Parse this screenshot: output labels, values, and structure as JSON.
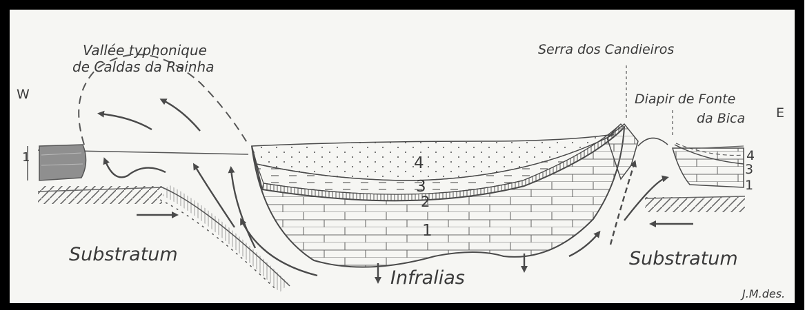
{
  "labels": {
    "vallee_line1": "Vallée typhonique",
    "vallee_line2": "de Caldas da Rainha",
    "serra": "Serra dos Candieiros",
    "diapir_line1": "Diapir de Fonte",
    "diapir_line2": "da Bica",
    "west": "W",
    "east": "E",
    "substratum_left": "Substratum",
    "substratum_right": "Substratum",
    "infralias": "Infralias",
    "signature": "J.M.des."
  },
  "layers": {
    "l1": "1",
    "l2": "2",
    "l3": "3",
    "l4": "4",
    "left_1": "1",
    "right_4": "4",
    "right_3": "3",
    "right_1": "1"
  },
  "colors": {
    "paper": "#f4f4f1",
    "ink": "#4a4a4a",
    "shade": "#9a9a9a",
    "frame": "#000000"
  }
}
